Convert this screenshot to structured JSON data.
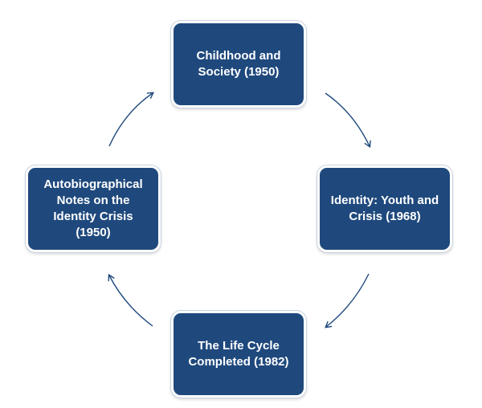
{
  "diagram": {
    "type": "cycle",
    "colors": {
      "box_fill": "#1f497d",
      "box_text": "#ffffff",
      "arrow": "#1f497d",
      "background": "#ffffff"
    },
    "nodes": [
      {
        "id": "top",
        "label": "Childhood and Society (1950)"
      },
      {
        "id": "right",
        "label": "Identity: Youth and Crisis (1968)"
      },
      {
        "id": "bottom",
        "label": "The Life Cycle Completed (1982)"
      },
      {
        "id": "left",
        "label": "Autobiographical Notes on the Identity Crisis (1950)"
      }
    ],
    "arrows": [
      {
        "from": "top",
        "to": "right"
      },
      {
        "from": "right",
        "to": "bottom"
      },
      {
        "from": "bottom",
        "to": "left"
      },
      {
        "from": "left",
        "to": "top"
      }
    ]
  }
}
